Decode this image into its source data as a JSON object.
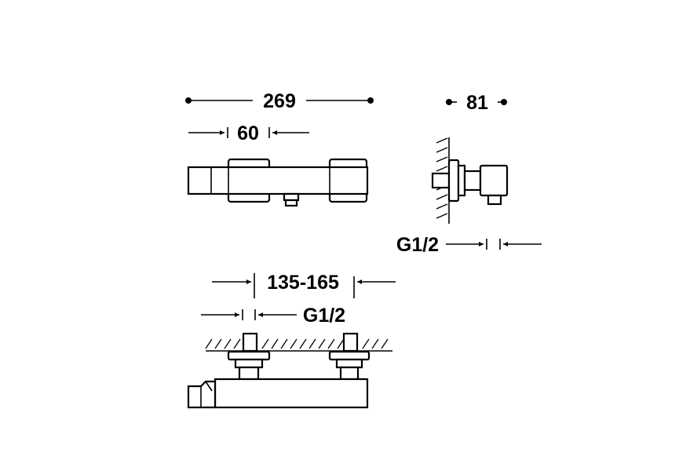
{
  "drawing": {
    "dimensions": {
      "overall_width": "269",
      "body_width": "60",
      "depth": "81",
      "side_connection": "G1/2",
      "centre_distance": "135-165",
      "inlet_connection": "G1/2"
    },
    "colors": {
      "line": "#000000",
      "background": "#ffffff"
    }
  }
}
